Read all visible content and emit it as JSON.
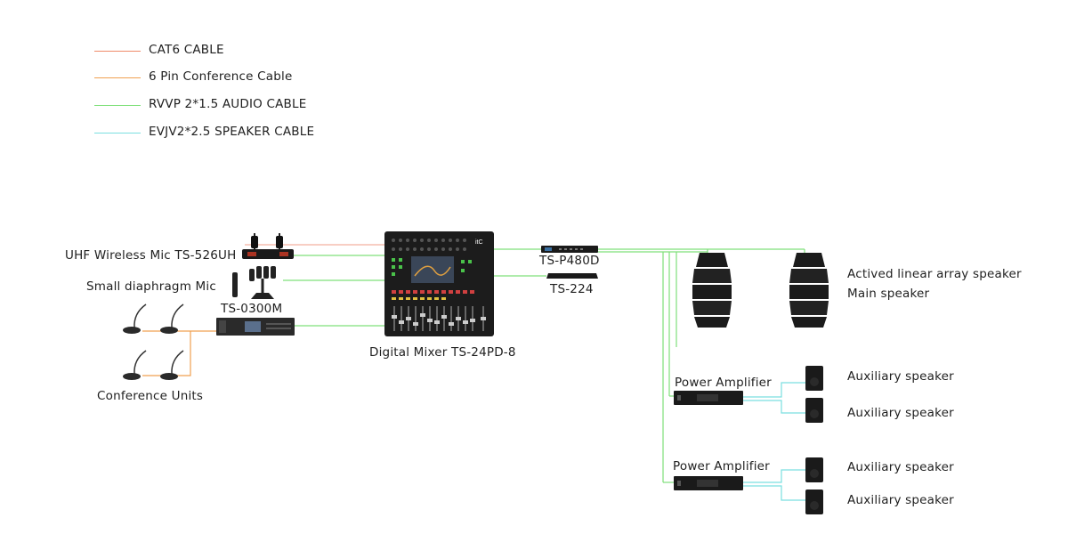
{
  "legend": [
    {
      "label": "CAT6 CABLE",
      "color": "#f08a6a"
    },
    {
      "label": "6 Pin Conference Cable",
      "color": "#f0a050"
    },
    {
      "label": "RVVP 2*1.5 AUDIO CABLE",
      "color": "#7fe07a"
    },
    {
      "label": "EVJV2*2.5 SPEAKER CABLE",
      "color": "#7adfe0"
    }
  ],
  "labels": {
    "uhf_mic": "UHF Wireless Mic  TS-526UH",
    "small_mic": "Small diaphragm Mic",
    "ts0300m": "TS-0300M",
    "conference": "Conference Units",
    "mixer": "Digital Mixer TS-24PD-8",
    "p480d": "TS-P480D",
    "ts224": "TS-224",
    "main_speaker_1": "Actived linear array speaker",
    "main_speaker_2": "Main speaker",
    "amp1": "Power Amplifier",
    "amp2": "Power Amplifier",
    "aux1": "Auxiliary speaker",
    "aux2": "Auxiliary speaker",
    "aux3": "Auxiliary speaker",
    "aux4": "Auxiliary speaker"
  },
  "mixer_logo": "itC"
}
